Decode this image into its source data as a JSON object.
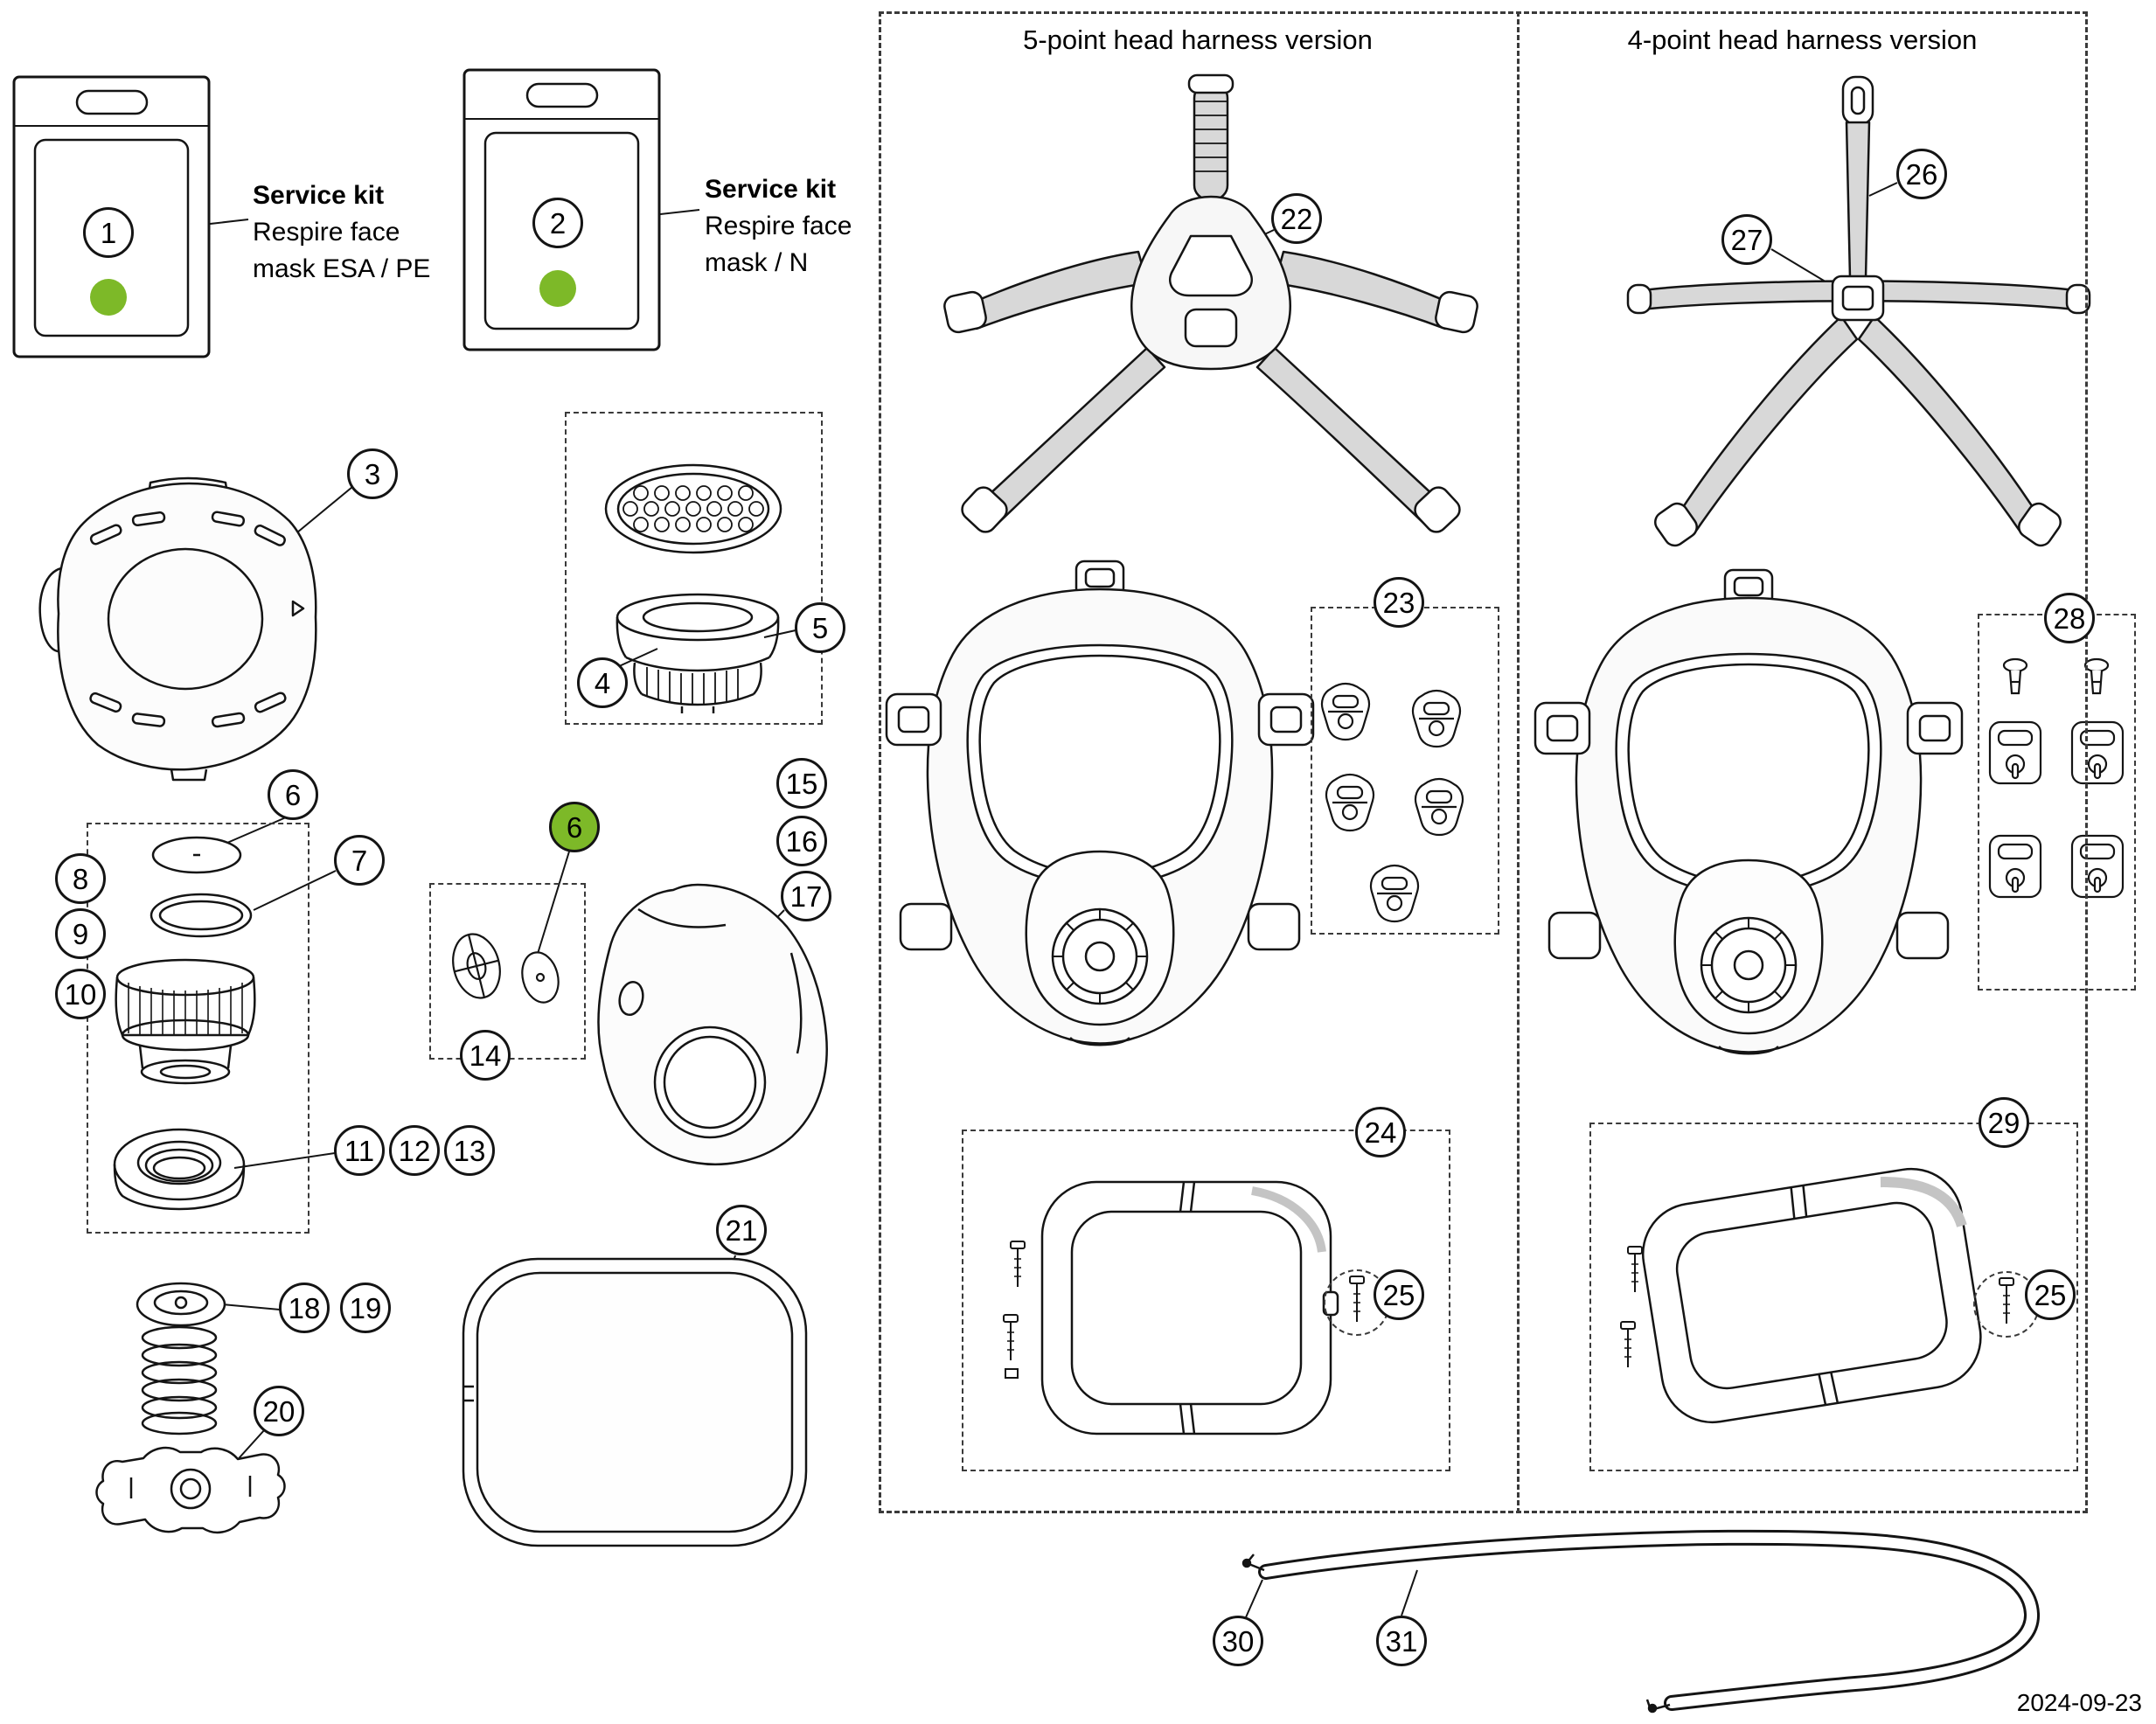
{
  "colors": {
    "highlight_green": "#7db928",
    "line": "#141414",
    "strap_gray": "#d8d8d8"
  },
  "date": "2024-09-23",
  "headers": {
    "five_point": "5-point head harness version",
    "four_point": "4-point head harness version"
  },
  "packages": [
    {
      "num": "1",
      "title": "Service kit",
      "line1": "Respire face",
      "line2": "mask ESA / PE"
    },
    {
      "num": "2",
      "title": "Service kit",
      "line1": "Respire face",
      "line2": "mask / N"
    }
  ],
  "callouts": {
    "c3": "3",
    "c4": "4",
    "c5": "5",
    "c6a": "6",
    "c6b": "6",
    "c7": "7",
    "c8": "8",
    "c9": "9",
    "c10": "10",
    "c11": "11",
    "c12": "12",
    "c13": "13",
    "c14": "14",
    "c15": "15",
    "c16": "16",
    "c17": "17",
    "c18": "18",
    "c19": "19",
    "c20": "20",
    "c21": "21",
    "c22": "22",
    "c23": "23",
    "c24": "24",
    "c25a": "25",
    "c25b": "25",
    "c26": "26",
    "c27": "27",
    "c28": "28",
    "c29": "29",
    "c30": "30",
    "c31": "31"
  }
}
